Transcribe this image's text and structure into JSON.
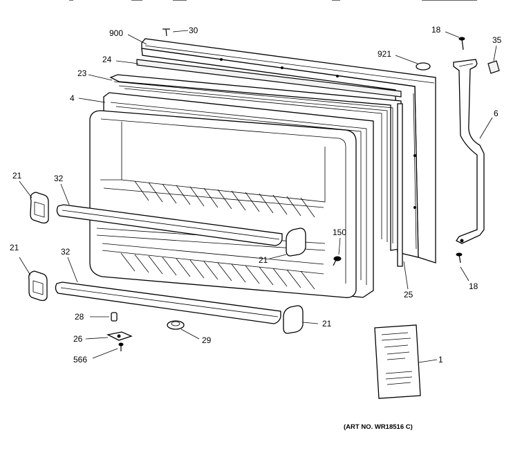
{
  "callouts": [
    {
      "id": "900",
      "text": "900"
    },
    {
      "id": "30",
      "text": "30"
    },
    {
      "id": "24",
      "text": "24"
    },
    {
      "id": "23",
      "text": "23"
    },
    {
      "id": "4",
      "text": "4"
    },
    {
      "id": "921",
      "text": "921"
    },
    {
      "id": "18a",
      "text": "18"
    },
    {
      "id": "35",
      "text": "35"
    },
    {
      "id": "6",
      "text": "6"
    },
    {
      "id": "21a",
      "text": "21"
    },
    {
      "id": "32a",
      "text": "32"
    },
    {
      "id": "150",
      "text": "150"
    },
    {
      "id": "21b",
      "text": "21"
    },
    {
      "id": "21c",
      "text": "21"
    },
    {
      "id": "32b",
      "text": "32"
    },
    {
      "id": "25",
      "text": "25"
    },
    {
      "id": "18b",
      "text": "18"
    },
    {
      "id": "28",
      "text": "28"
    },
    {
      "id": "21d",
      "text": "21"
    },
    {
      "id": "26",
      "text": "26"
    },
    {
      "id": "29",
      "text": "29"
    },
    {
      "id": "566",
      "text": "566"
    },
    {
      "id": "1",
      "text": "1"
    }
  ],
  "art_number": "(ART NO. WR18516 C)"
}
